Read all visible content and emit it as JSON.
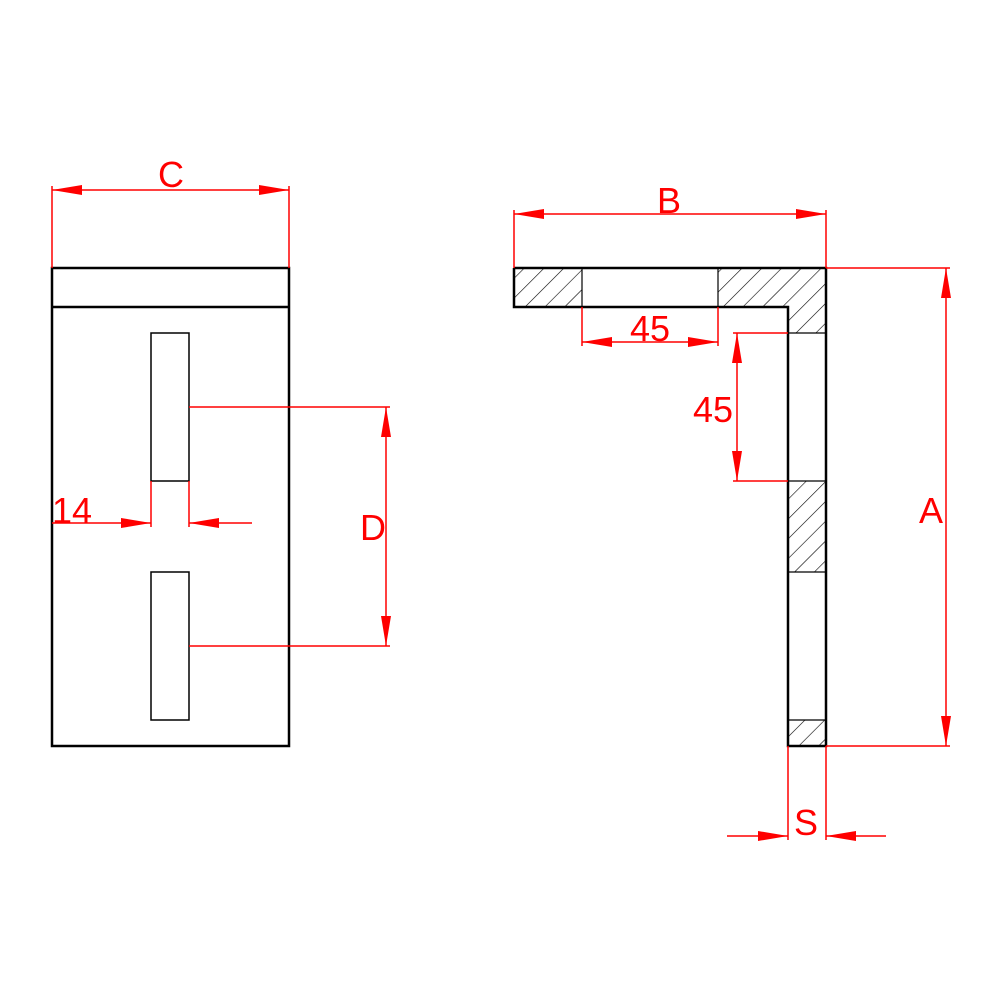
{
  "colors": {
    "outline": "#000000",
    "dimension": "#ff0000",
    "background": "#ffffff"
  },
  "labels": {
    "front_width": "C",
    "front_slot_width": "14",
    "front_slot_spacing": "D",
    "side_leg_length": "B",
    "side_hole_horizontal": "45",
    "side_hole_vertical": "45",
    "side_height": "A",
    "side_thickness": "S"
  }
}
